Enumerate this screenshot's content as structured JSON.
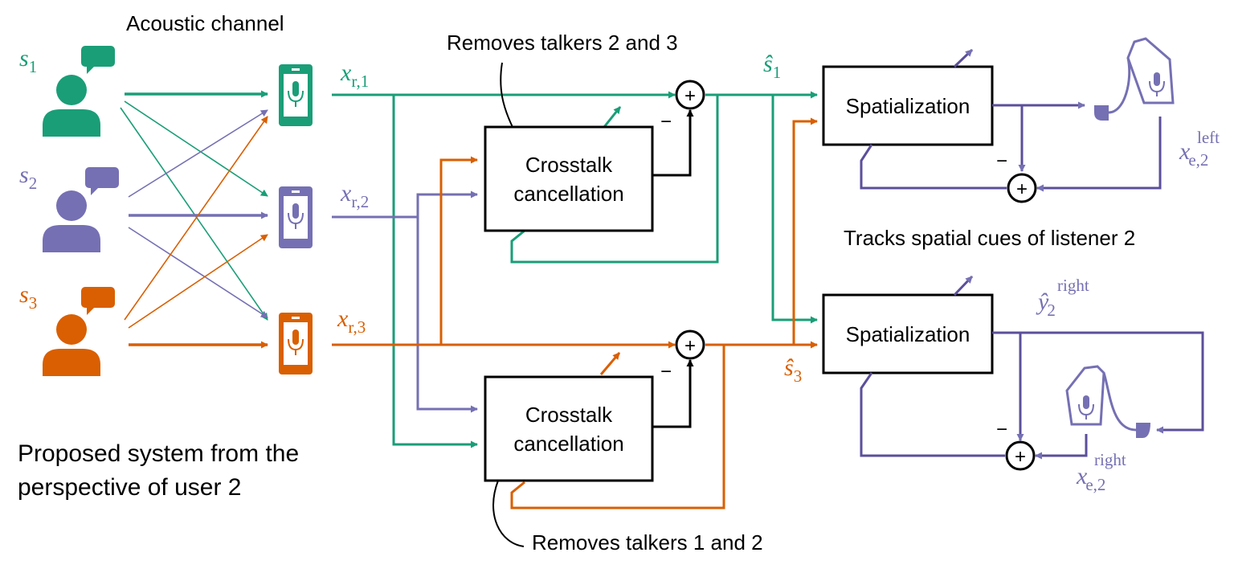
{
  "colors": {
    "green": "#1a9e77",
    "purple": "#7570b3",
    "orange": "#d95f02",
    "black": "#000000"
  },
  "labels": {
    "acoustic_channel": "Acoustic channel",
    "removes_23": "Removes talkers 2 and 3",
    "removes_12": "Removes talkers 1 and 2",
    "tracks_spatial": "Tracks spatial cues of listener 2",
    "caption_line1": "Proposed system from the",
    "caption_line2": "perspective of user 2"
  },
  "talkers": [
    {
      "symbol": "s",
      "index": "1"
    },
    {
      "symbol": "s",
      "index": "2"
    },
    {
      "symbol": "s",
      "index": "3"
    }
  ],
  "signals": {
    "xr1": {
      "base": "x",
      "sub": "r,1"
    },
    "xr2": {
      "base": "x",
      "sub": "r,2"
    },
    "xr3": {
      "base": "x",
      "sub": "r,3"
    },
    "s1hat": {
      "base": "ŝ",
      "sub": "1"
    },
    "s3hat": {
      "base": "ŝ",
      "sub": "3"
    },
    "xe_left": {
      "base": "x",
      "sub": "e,2",
      "sup": "left"
    },
    "xe_right": {
      "base": "x",
      "sub": "e,2",
      "sup": "right"
    },
    "y_right": {
      "base": "ŷ",
      "sub": "2",
      "sup": "right"
    }
  },
  "blocks": {
    "crosstalk_top_line1": "Crosstalk",
    "crosstalk_top_line2": "cancellation",
    "crosstalk_bottom_line1": "Crosstalk",
    "crosstalk_bottom_line2": "cancellation",
    "spatial_top": "Spatialization",
    "spatial_bottom": "Spatialization"
  },
  "operators": {
    "plus": "+",
    "minus": "−"
  }
}
